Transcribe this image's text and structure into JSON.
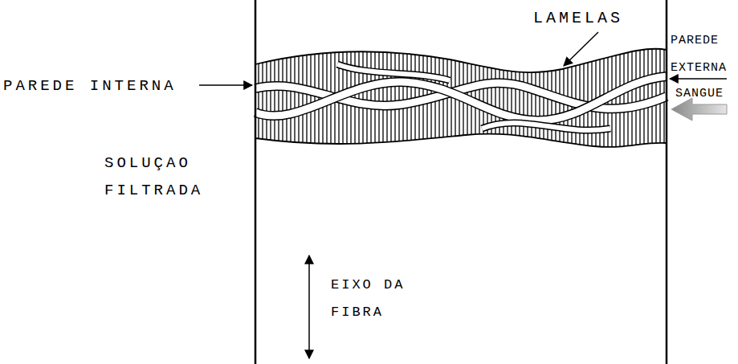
{
  "diagram": {
    "labels": [
      "LAMELAS",
      "PAREDE INTERNA",
      "PAREDE EXTERNA",
      "SANGUE",
      "SOLUÇAO FILTRADA",
      "EIXO DA FIBRA"
    ]
  }
}
